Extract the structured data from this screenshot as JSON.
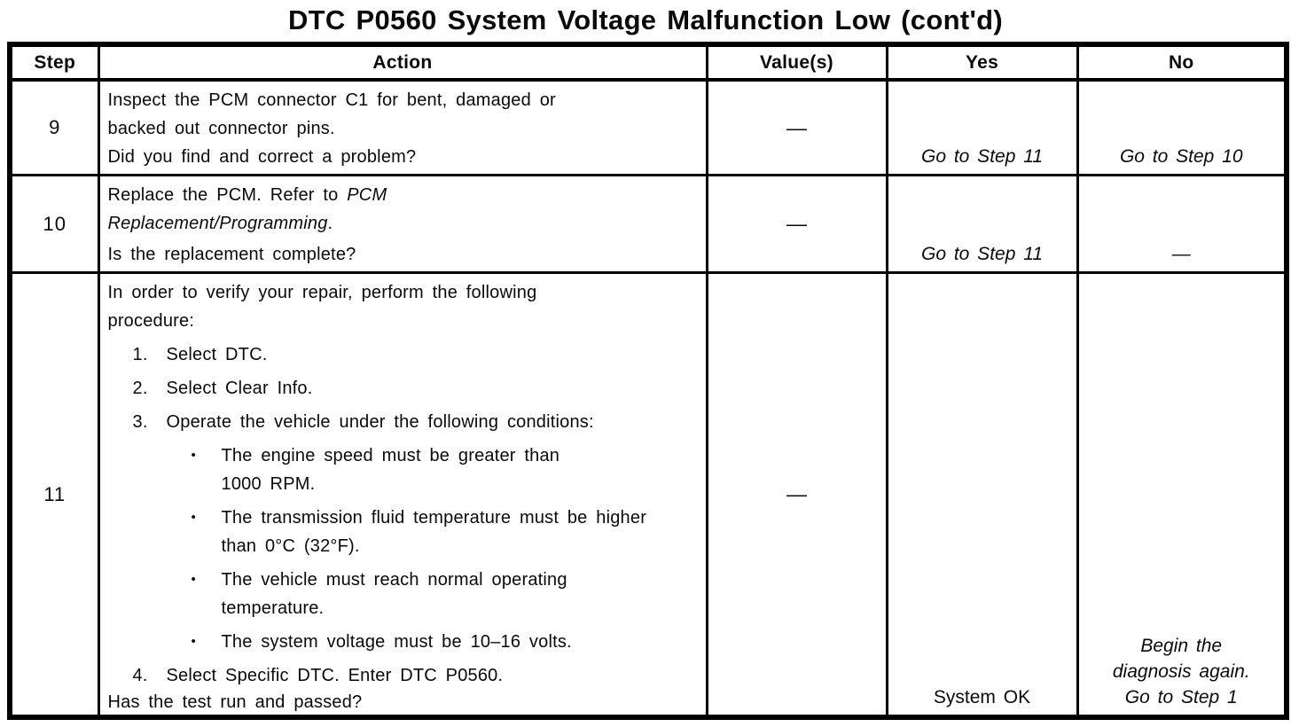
{
  "title": "DTC P0560 System Voltage Malfunction Low (cont'd)",
  "table": {
    "headers": {
      "step": "Step",
      "action": "Action",
      "values": "Value(s)",
      "yes": "Yes",
      "no": "No"
    },
    "rows": [
      {
        "step": "9",
        "action_lines": [
          "Inspect the PCM connector C1 for bent, damaged or",
          "backed out connector pins."
        ],
        "question": "Did you find and correct a problem?",
        "value": "—",
        "yes": "Go to Step 11",
        "no": "Go to Step 10"
      },
      {
        "step": "10",
        "action_line1_regular": "Replace the PCM. Refer to ",
        "action_line1_italic": "PCM",
        "action_line2_italic": "Replacement/Programming",
        "action_line2_regular": ".",
        "question": "Is the replacement complete?",
        "value": "—",
        "yes": "Go to Step 11",
        "no": "—"
      },
      {
        "step": "11",
        "intro_lines": [
          "In order to verify your repair, perform the following",
          "procedure:"
        ],
        "items": [
          {
            "marker": "1.",
            "lines": [
              "Select DTC."
            ]
          },
          {
            "marker": "2.",
            "lines": [
              "Select Clear Info."
            ]
          },
          {
            "marker": "3.",
            "lines": [
              "Operate the vehicle under the following conditions:"
            ],
            "bullets": [
              {
                "marker": "•",
                "lines": [
                  "The engine speed must be greater than",
                  "1000 RPM."
                ]
              },
              {
                "marker": "•",
                "lines": [
                  "The transmission fluid temperature must be higher",
                  "than 0°C (32°F)."
                ]
              },
              {
                "marker": "•",
                "lines": [
                  "The vehicle must reach normal operating",
                  "temperature."
                ]
              },
              {
                "marker": "•",
                "lines": [
                  "The system voltage must be 10–16 volts."
                ]
              }
            ]
          },
          {
            "marker": "4.",
            "lines": [
              "Select Specific DTC. Enter DTC P0560."
            ]
          }
        ],
        "question": "Has the test run and passed?",
        "value": "—",
        "yes": "System OK",
        "no_lines": [
          "Begin the",
          "diagnosis again.",
          "Go to Step 1"
        ]
      }
    ]
  }
}
